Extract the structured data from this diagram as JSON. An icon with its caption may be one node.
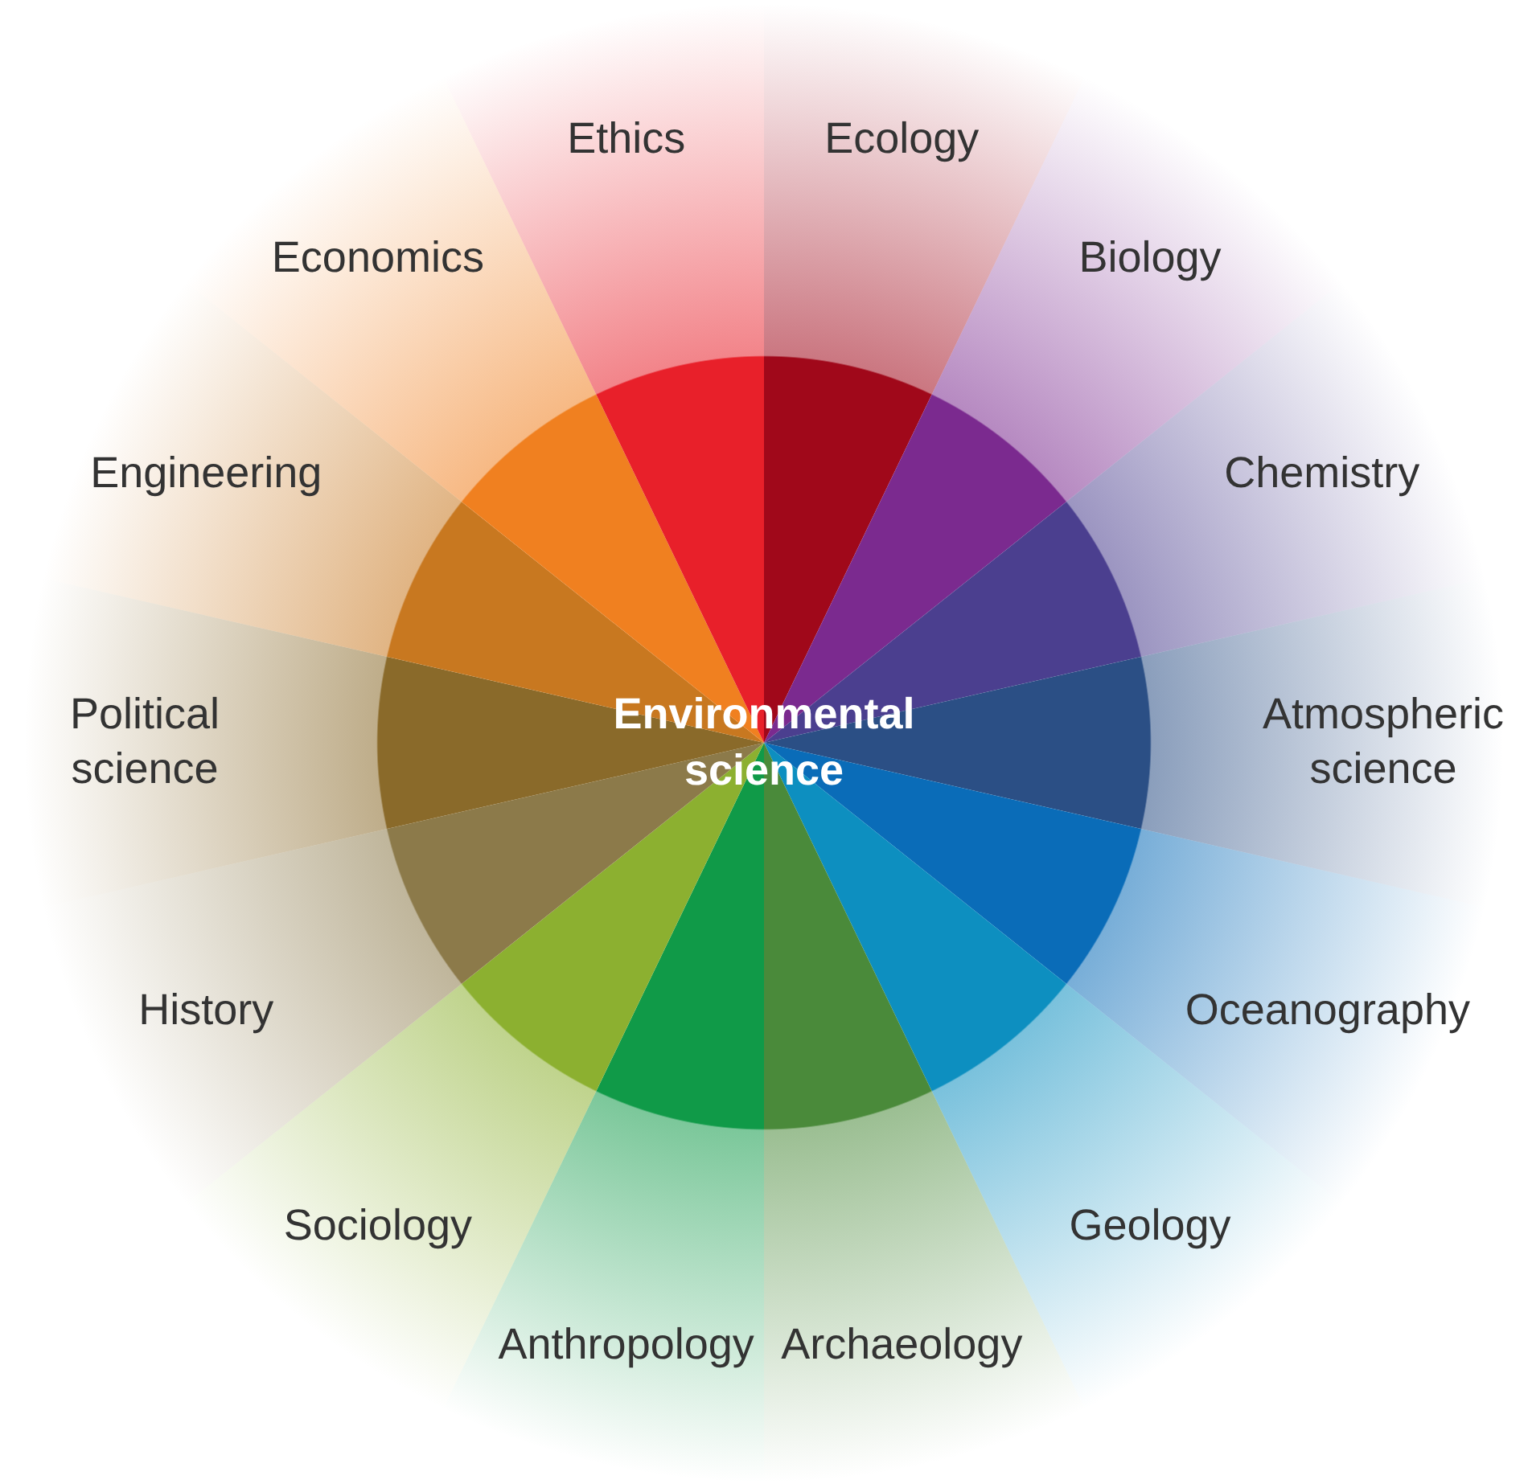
{
  "diagram": {
    "nodes": [
      {
        "text": [
          "Environmental science"
        ]
      },
      {
        "text": [
          "Ecology"
        ]
      },
      {
        "text": [
          "Biology"
        ]
      },
      {
        "text": [
          "Chemistry"
        ]
      },
      {
        "text": [
          "Atmospheric science"
        ]
      },
      {
        "text": [
          "Oceanography"
        ]
      },
      {
        "text": [
          "Geology"
        ]
      },
      {
        "text": [
          "Archaeology"
        ]
      },
      {
        "text": [
          "Anthropology"
        ]
      },
      {
        "text": [
          "Sociology"
        ]
      },
      {
        "text": [
          "History"
        ]
      },
      {
        "text": [
          "Political science"
        ]
      },
      {
        "text": [
          "Engineering"
        ]
      },
      {
        "text": [
          "Economics"
        ]
      },
      {
        "text": [
          "Ethics"
        ]
      }
    ],
    "edges": []
  }
}
